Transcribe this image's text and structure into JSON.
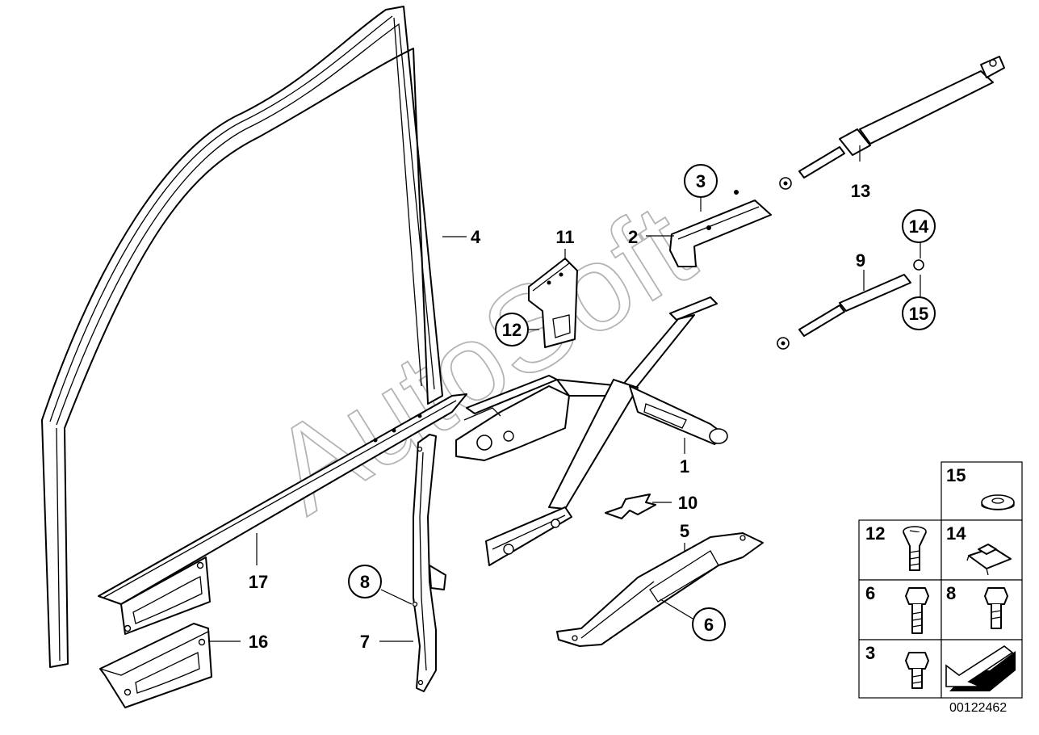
{
  "diagram": {
    "reference_number": "00122462",
    "watermark": "AutoSoft",
    "callouts": [
      "1",
      "2",
      "3",
      "4",
      "5",
      "6",
      "7",
      "8",
      "9",
      "10",
      "11",
      "12",
      "13",
      "14",
      "15",
      "16",
      "17"
    ],
    "legend": [
      {
        "label": "15",
        "part": "washer"
      },
      {
        "label": "12",
        "part": "countersunk-screw"
      },
      {
        "label": "14",
        "part": "clip-nut"
      },
      {
        "label": "6",
        "part": "hex-bolt-long"
      },
      {
        "label": "8",
        "part": "hex-bolt-short"
      },
      {
        "label": "3",
        "part": "hex-bolt-stub"
      },
      {
        "label": "",
        "part": "direction-arrow"
      }
    ]
  }
}
